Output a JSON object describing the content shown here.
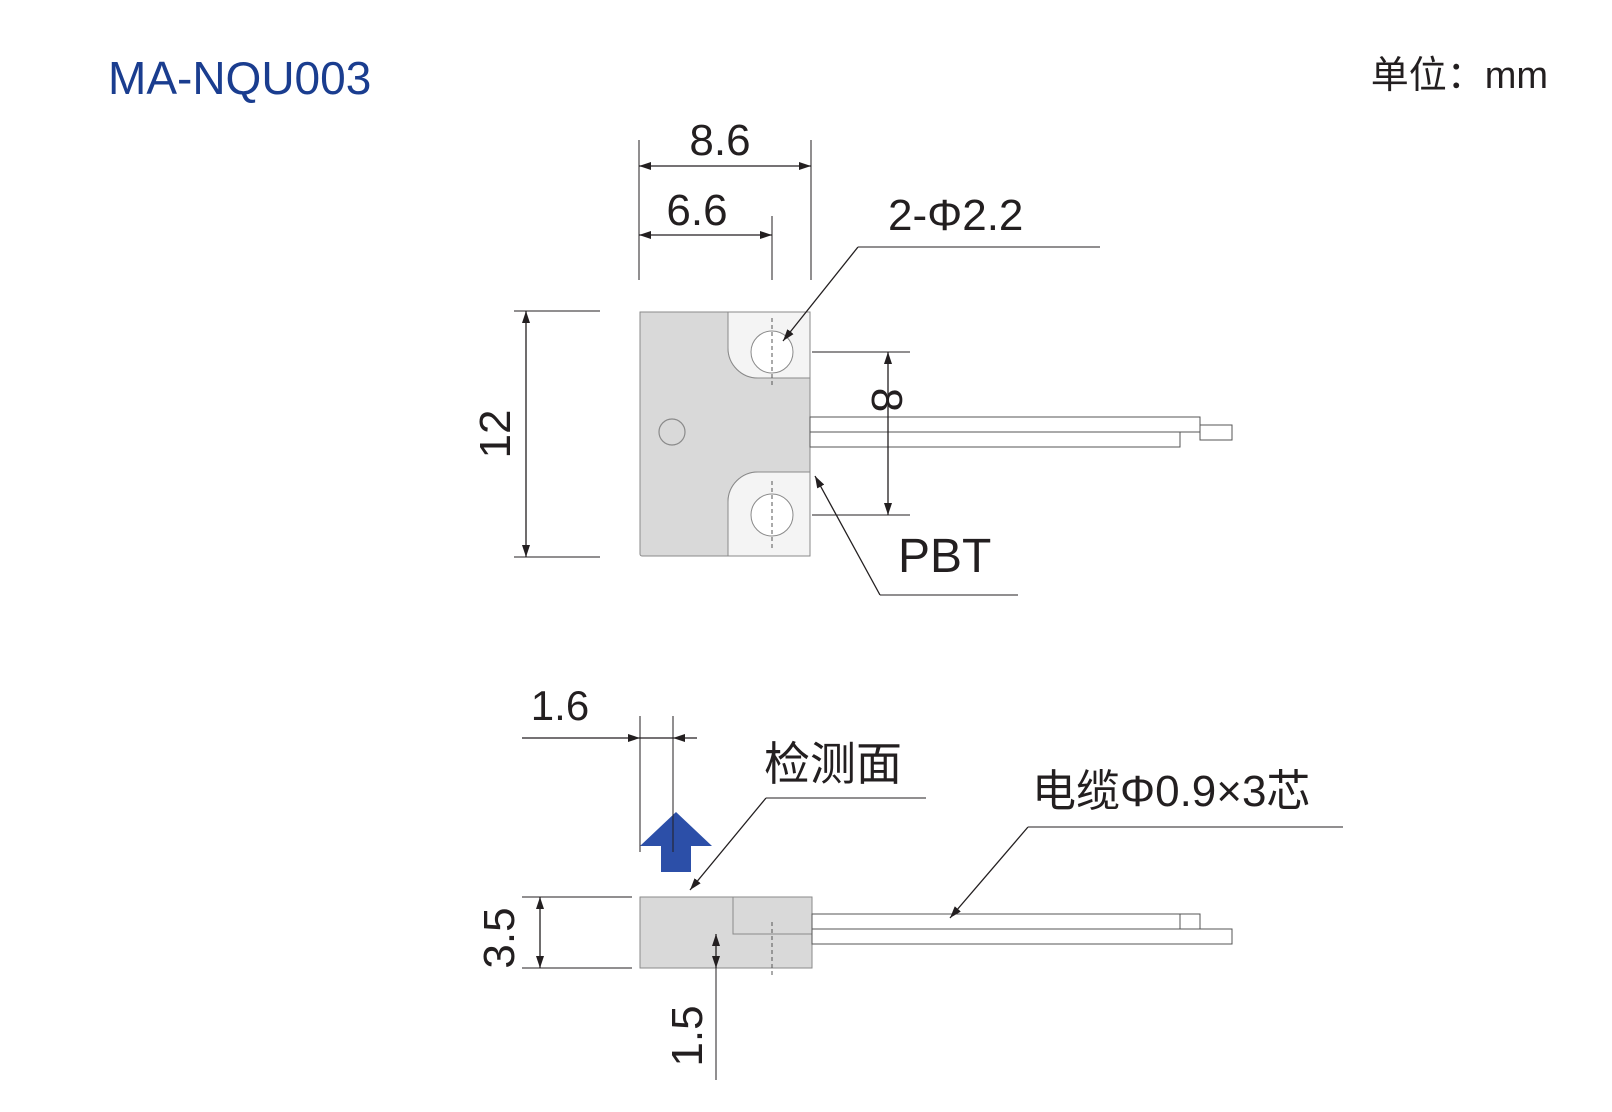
{
  "title": "MA-NQU003",
  "unit_label": "单位：mm",
  "colors": {
    "title": "#1a3d8f",
    "detect_arrow": "#2c4fa8",
    "line": "#231f20",
    "body": "#d9d9d9"
  },
  "top_view": {
    "dim_width_total": "8.6",
    "dim_width_inner": "6.6",
    "dim_height": "12",
    "dim_hole_pitch": "8",
    "hole_callout": "2-Φ2.2",
    "material_callout": "PBT"
  },
  "side_view": {
    "dim_offset": "1.6",
    "dim_height": "3.5",
    "dim_step": "1.5",
    "detect_face_callout": "检测面",
    "cable_callout": "电缆Φ0.9×3芯"
  }
}
